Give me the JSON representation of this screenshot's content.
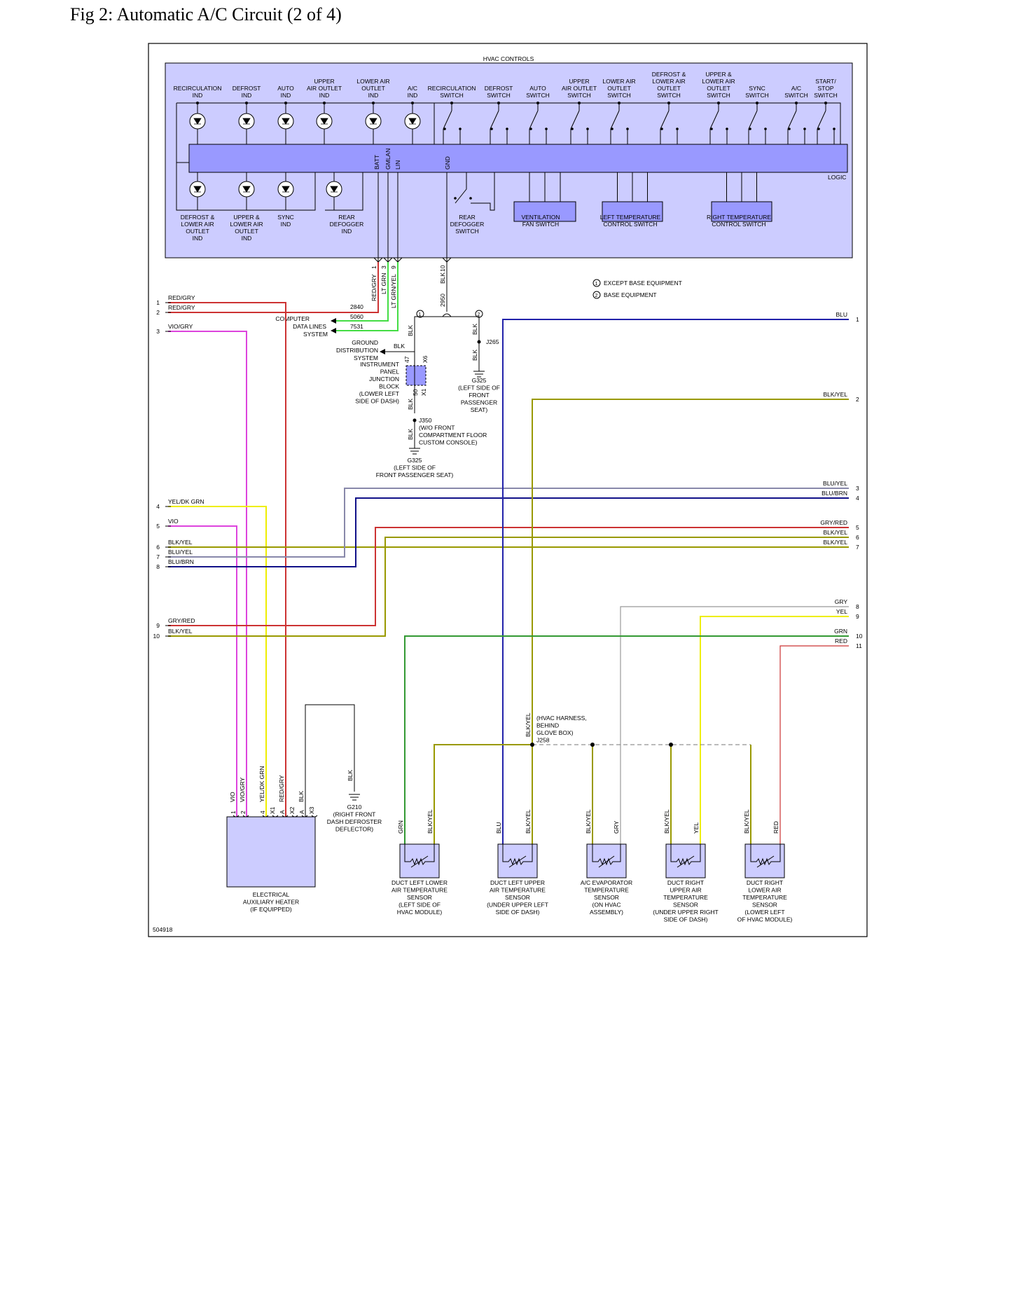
{
  "title": "Fig 2: Automatic A/C Circuit (2 of 4)",
  "diagram_id": "504918",
  "hvac": {
    "name": "HVAC CONTROLS",
    "logic_label": "LOGIC",
    "top_labels": [
      [
        "RECIRCULATION",
        "IND"
      ],
      [
        "DEFROST",
        "IND"
      ],
      [
        "AUTO",
        "IND"
      ],
      [
        "UPPER",
        "AIR OUTLET",
        "IND"
      ],
      [
        "LOWER AIR",
        "OUTLET",
        "IND"
      ],
      [
        "A/C",
        "IND"
      ],
      [
        "RECIRCULATION",
        "SWITCH"
      ],
      [
        "DEFROST",
        "SWITCH"
      ],
      [
        "AUTO",
        "SWITCH"
      ],
      [
        "UPPER",
        "AIR OUTLET",
        "SWITCH"
      ],
      [
        "LOWER AIR",
        "OUTLET",
        "SWITCH"
      ],
      [
        "DEFROST &",
        "LOWER AIR",
        "OUTLET",
        "SWITCH"
      ],
      [
        "UPPER &",
        "LOWER AIR",
        "OUTLET",
        "SWITCH"
      ],
      [
        "SYNC",
        "SWITCH"
      ],
      [
        "A/C",
        "SWITCH"
      ],
      [
        "START/",
        "STOP",
        "SWITCH"
      ]
    ],
    "bottom_labels": [
      [
        "DEFROST &",
        "LOWER AIR",
        "OUTLET",
        "IND"
      ],
      [
        "UPPER &",
        "LOWER AIR",
        "OUTLET",
        "IND"
      ],
      [
        "SYNC",
        "IND"
      ],
      [
        "REAR",
        "DEFOGGER",
        "IND"
      ],
      [
        "REAR",
        "DEFOGGER",
        "SWITCH"
      ],
      [
        "VENTILATION",
        "FAN SWITCH"
      ],
      [
        "LEFT TEMPERATURE",
        "CONTROL SWITCH"
      ],
      [
        "RIGHT TEMPERATURE",
        "CONTROL SWITCH"
      ]
    ],
    "pin_names": [
      "BATT",
      "GMLAN",
      "LIN",
      "GND"
    ]
  },
  "legend": {
    "one": "EXCEPT BASE EQUIPMENT",
    "two": "BASE EQUIPMENT",
    "one_mark": "1",
    "two_mark": "2"
  },
  "harness": {
    "pins": [
      "1",
      "3",
      "9",
      "10"
    ],
    "colors": [
      "RED/GRY",
      "LT GRN",
      "LT GRN/YEL",
      "BLK"
    ],
    "circuit_2950": "2950",
    "circuit_2840": "2840",
    "circuit_5060": "5060",
    "circuit_7531": "7531",
    "computer_data": [
      "COMPUTER",
      "DATA LINES",
      "SYSTEM"
    ],
    "ground_dist": [
      "GROUND",
      "DISTRIBUTION",
      "SYSTEM"
    ],
    "ipjb": [
      "INSTRUMENT",
      "PANEL",
      "JUNCTION",
      "BLOCK",
      "(LOWER LEFT",
      "SIDE OF DASH)"
    ],
    "ipjb_pins": [
      "47",
      "X6",
      "50",
      "X1"
    ],
    "blk": "BLK",
    "j265": "J265",
    "j350": [
      "J350",
      "(W/O FRONT",
      "COMPARTMENT FLOOR",
      "CUSTOM CONSOLE)"
    ],
    "g325_a": [
      "G325",
      "(LEFT SIDE OF",
      "FRONT",
      "PASSENGER",
      "SEAT)"
    ],
    "g325_b": [
      "G325",
      "(LEFT SIDE OF",
      "FRONT PASSENGER SEAT)"
    ],
    "j258": [
      "(HVAC HARNESS,",
      "BEHIND",
      "GLOVE BOX)",
      "J258"
    ],
    "g210": [
      "G210",
      "(RIGHT FRONT",
      "DASH DEFROSTER",
      "DEFLECTOR)"
    ]
  },
  "left_connector": [
    {
      "num": "1",
      "label": "RED/GRY"
    },
    {
      "num": "2",
      "label": "RED/GRY"
    },
    {
      "num": "3",
      "label": "VIO/GRY"
    },
    {
      "num": "4",
      "label": "YEL/DK GRN"
    },
    {
      "num": "5",
      "label": "VIO"
    },
    {
      "num": "6",
      "label": "BLK/YEL"
    },
    {
      "num": "7",
      "label": "BLU/YEL"
    },
    {
      "num": "8",
      "label": "BLU/BRN"
    },
    {
      "num": "9",
      "label": "GRY/RED"
    },
    {
      "num": "10",
      "label": "BLK/YEL"
    }
  ],
  "right_connector": [
    {
      "num": "1",
      "label": "BLU"
    },
    {
      "num": "2",
      "label": "BLK/YEL"
    },
    {
      "num": "3",
      "label": "BLU/YEL"
    },
    {
      "num": "4",
      "label": "BLU/BRN"
    },
    {
      "num": "5",
      "label": "GRY/RED"
    },
    {
      "num": "6",
      "label": "BLK/YEL"
    },
    {
      "num": "7",
      "label": "BLK/YEL"
    },
    {
      "num": "8",
      "label": "GRY"
    },
    {
      "num": "9",
      "label": "YEL"
    },
    {
      "num": "10",
      "label": "GRN"
    },
    {
      "num": "11",
      "label": "RED"
    }
  ],
  "heater": {
    "label": [
      "ELECTRICAL",
      "AUXILIARY HEATER",
      "(IF EQUIPPED)"
    ],
    "wire_labels": [
      "VIO",
      "VIO/GRY",
      "YEL/DK GRN",
      "RED/GRY",
      "BLK"
    ],
    "pins": [
      "1",
      "2",
      "4",
      "X1",
      "A",
      "X2",
      "A",
      "X3"
    ]
  },
  "sensors": [
    {
      "wires": [
        "GRN",
        "BLK/YEL"
      ],
      "label": [
        "DUCT LEFT LOWER",
        "AIR TEMPERATURE",
        "SENSOR",
        "(LEFT SIDE OF",
        "HVAC MODULE)"
      ]
    },
    {
      "wires": [
        "BLU",
        "BLK/YEL"
      ],
      "label": [
        "DUCT LEFT UPPER",
        "AIR TEMPERATURE",
        "SENSOR",
        "(UNDER UPPER LEFT",
        "SIDE OF DASH)"
      ]
    },
    {
      "wires": [
        "BLK/YEL",
        "GRY"
      ],
      "label": [
        "A/C EVAPORATOR",
        "TEMPERATURE",
        "SENSOR",
        "(ON HVAC",
        "ASSEMBLY)"
      ]
    },
    {
      "wires": [
        "BLK/YEL",
        "YEL"
      ],
      "label": [
        "DUCT RIGHT",
        "UPPER AIR",
        "TEMPERATURE",
        "SENSOR",
        "(UNDER UPPER RIGHT",
        "SIDE OF DASH)"
      ]
    },
    {
      "wires": [
        "BLK/YEL",
        "RED"
      ],
      "label": [
        "DUCT RIGHT",
        "LOWER AIR",
        "TEMPERATURE",
        "SENSOR",
        "(LOWER LEFT",
        "OF HVAC MODULE)"
      ]
    }
  ],
  "colors": {
    "red": "#cc3333",
    "violet": "#dd44dd",
    "yellow": "#eeee00",
    "olive": "#999900",
    "blue": "#2222aa",
    "dark_blue": "#111188",
    "green": "#339933",
    "light_green": "#44dd44",
    "gray": "#999999",
    "panel": "#ccccff",
    "logic": "#9999ff"
  }
}
